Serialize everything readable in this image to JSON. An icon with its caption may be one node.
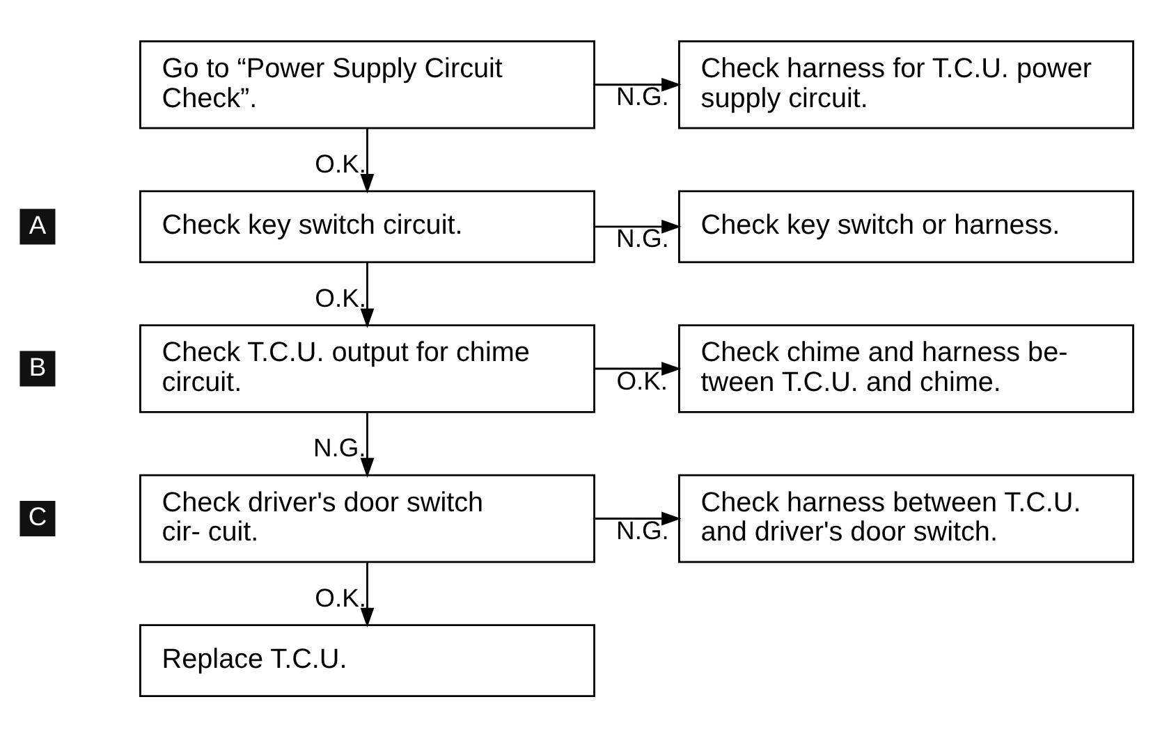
{
  "diagram": {
    "nodes": [
      {
        "text": [
          "Go to “Power Supply Circuit Check”."
        ]
      },
      {
        "text": [
          "Check harness for T.C.U. power supply circuit."
        ]
      },
      {
        "text": [
          "Check key switch circuit."
        ]
      },
      {
        "text": [
          "Check key switch or harness."
        ]
      },
      {
        "text": [
          "Check T.C.U. output for chime circuit."
        ]
      },
      {
        "text": [
          "Check chime and harness be- tween T.C.U. and chime."
        ]
      },
      {
        "text": [
          "Check driver's door switch cir- cuit."
        ]
      },
      {
        "text": [
          "Check harness between T.C.U. and driver's door switch."
        ]
      },
      {
        "text": [
          "Replace T.C.U."
        ]
      }
    ],
    "edges": [
      {
        "from": 0,
        "to": 1,
        "arrow": "to",
        "label": "N.G."
      },
      {
        "from": 0,
        "to": 2,
        "arrow": "to",
        "label": "O.K."
      },
      {
        "from": 2,
        "to": 3,
        "arrow": "to",
        "label": "N.G."
      },
      {
        "from": 2,
        "to": 4,
        "arrow": "to",
        "label": "O.K."
      },
      {
        "from": 4,
        "to": 5,
        "arrow": "to",
        "label": "O.K."
      },
      {
        "from": 4,
        "to": 6,
        "arrow": "to",
        "label": "N.G."
      },
      {
        "from": 6,
        "to": 7,
        "arrow": "to",
        "label": "N.G."
      },
      {
        "from": 6,
        "to": 8,
        "arrow": "to",
        "label": "O.K."
      }
    ],
    "labels": [
      "A",
      "B",
      "C"
    ]
  }
}
